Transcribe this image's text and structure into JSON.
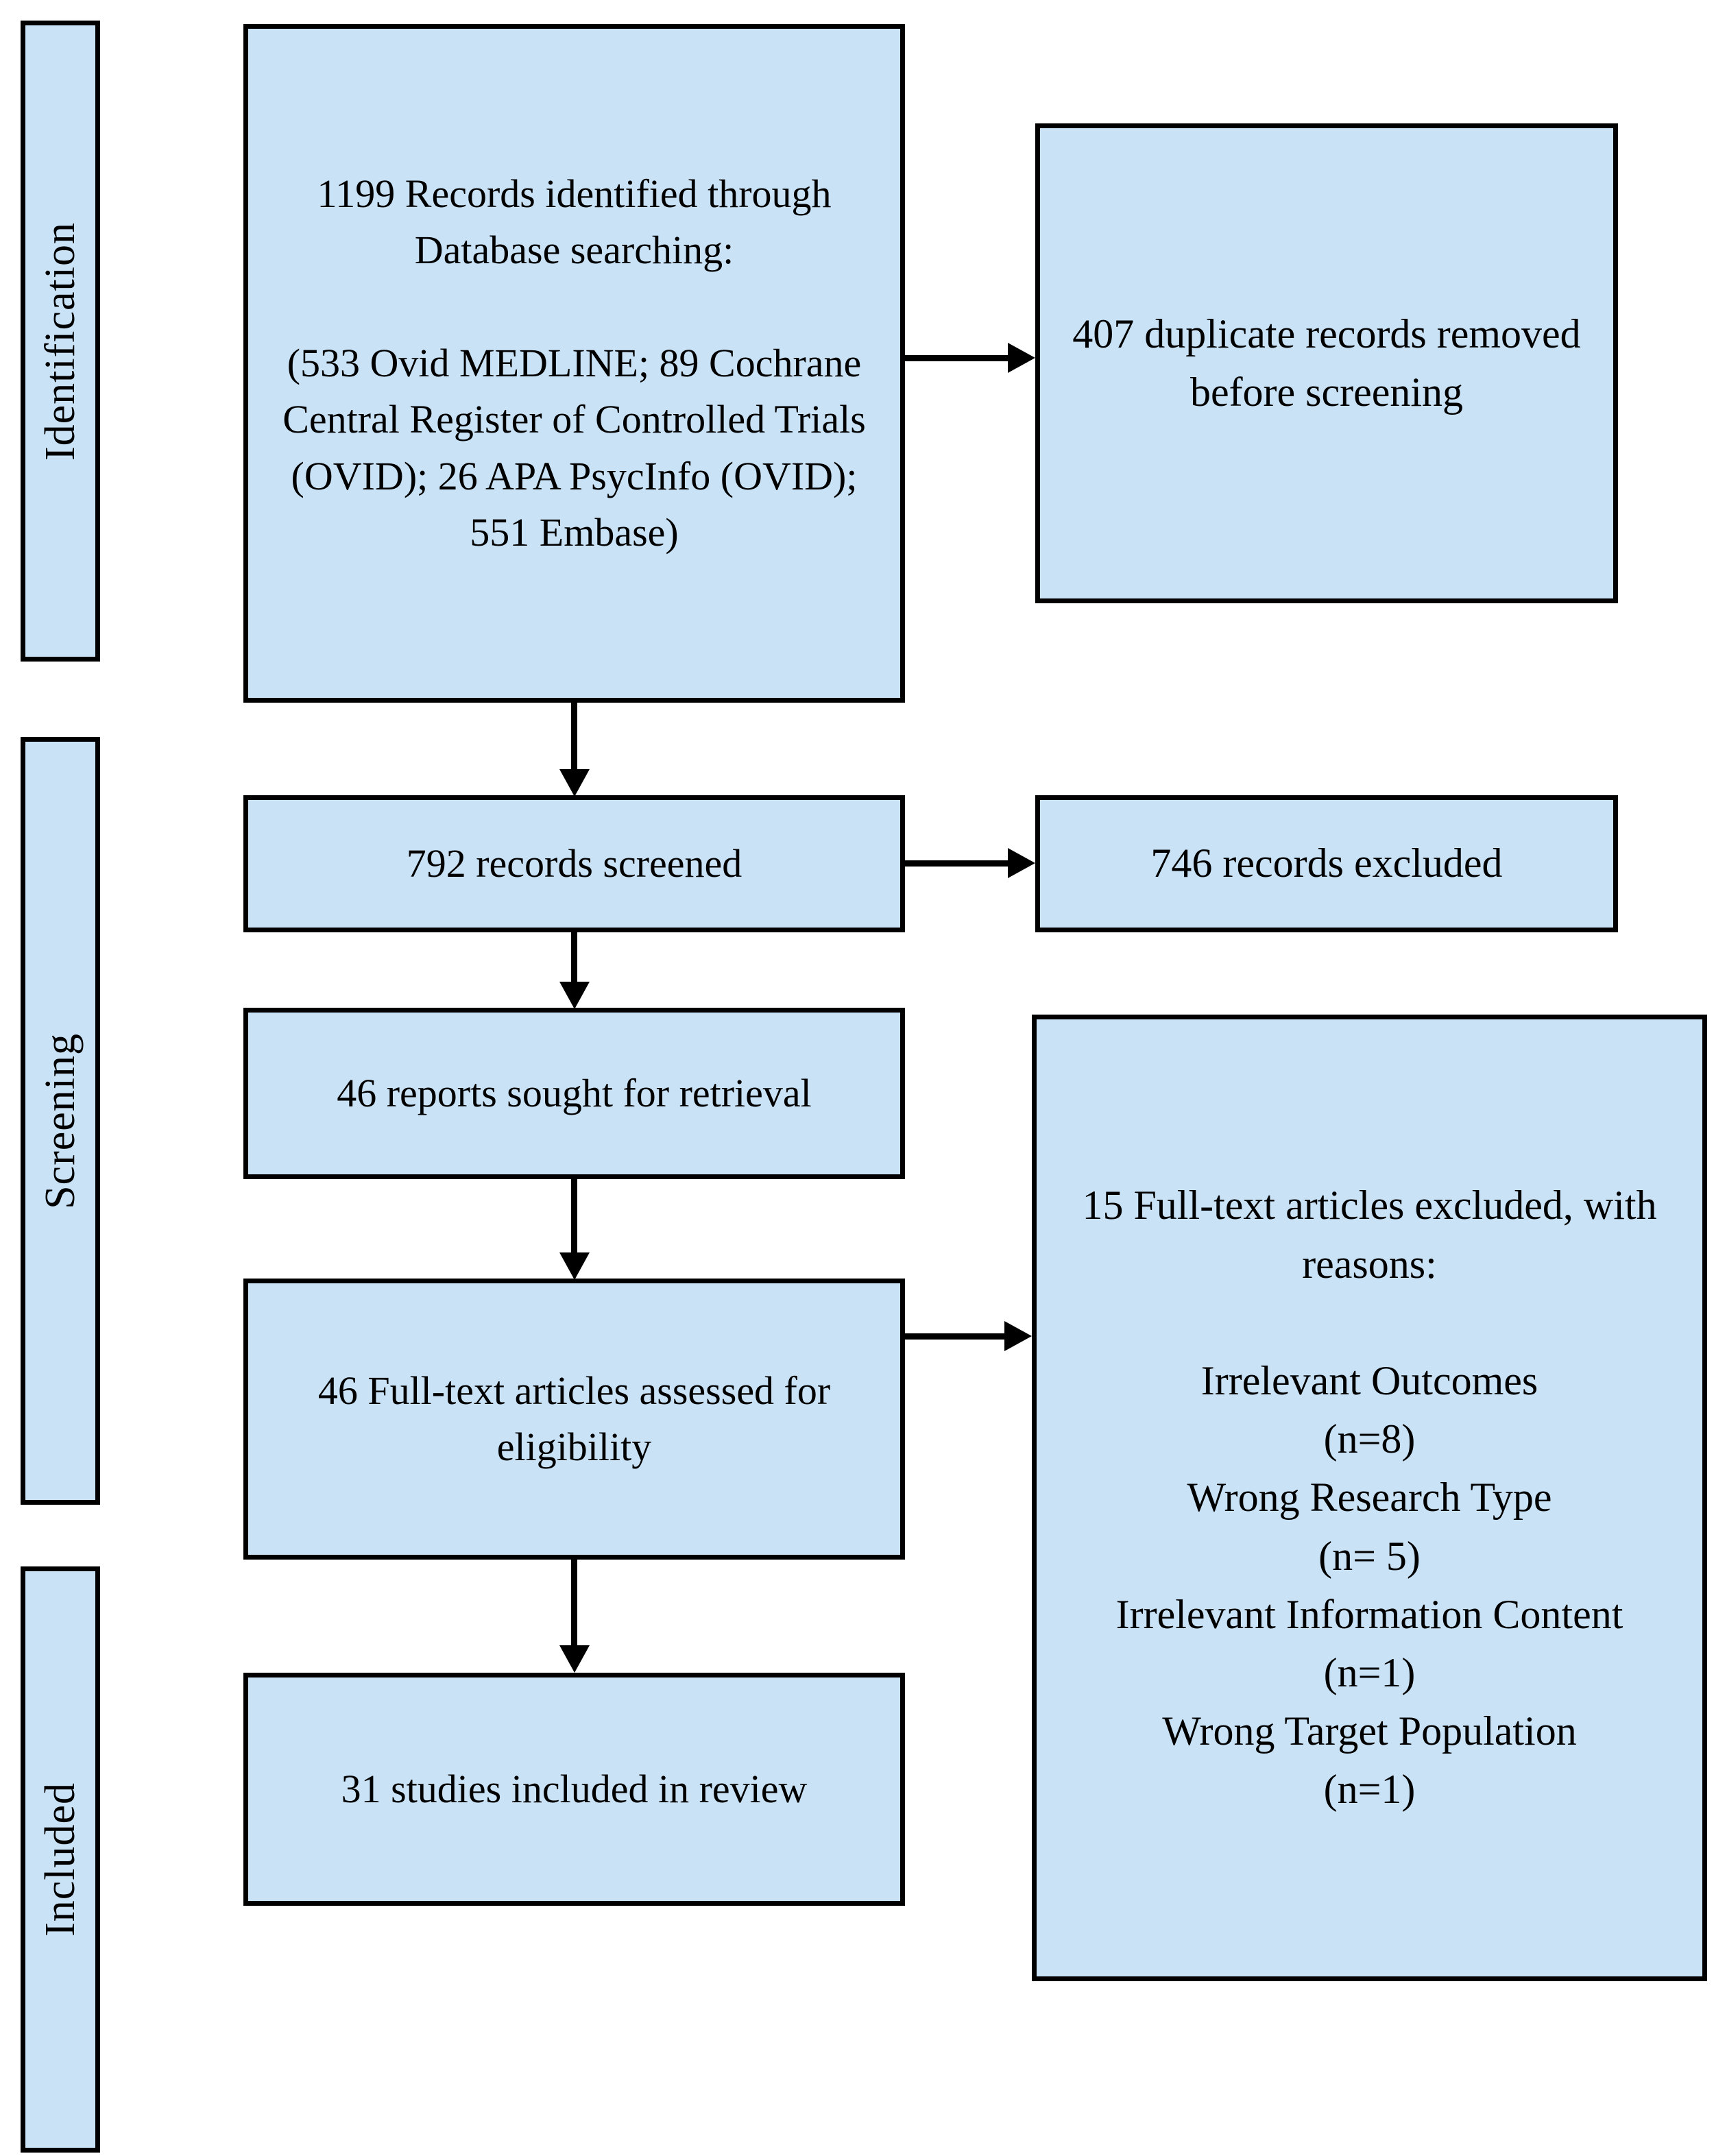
{
  "diagram": {
    "type": "prisma-flow-diagram",
    "fill_color": "#c9e2f5",
    "border_color": "#000000",
    "stages": [
      {
        "id": "identification",
        "label": "Identification"
      },
      {
        "id": "screening",
        "label": "Screening"
      },
      {
        "id": "included",
        "label": "Included"
      }
    ],
    "boxes": {
      "records_identified": "1199 Records identified through Database searching:\n\n(533 Ovid MEDLINE; 89 Cochrane Central Register of Controlled Trials (OVID); 26 APA PsycInfo (OVID); 551 Embase)",
      "duplicates_removed": "407 duplicate records removed before screening",
      "records_screened": "792 records screened",
      "records_excluded": "746 records excluded",
      "reports_sought": "46 reports sought for retrieval",
      "fulltext_assessed": "46 Full-text articles assessed for eligibility",
      "fulltext_excluded": "15 Full-text articles excluded, with reasons:\n\nIrrelevant Outcomes\n(n=8)\nWrong Research Type\n(n= 5)\nIrrelevant Information Content\n(n=1)\nWrong Target Population\n(n=1)",
      "studies_included": "31 studies included in review"
    },
    "counts": {
      "records_identified_total": 1199,
      "ovid_medline": 533,
      "cochrane_central": 89,
      "apa_psycinfo": 26,
      "embase": 551,
      "duplicates_removed": 407,
      "records_screened": 792,
      "records_excluded": 746,
      "reports_sought": 46,
      "fulltext_assessed": 46,
      "fulltext_excluded": 15,
      "irrelevant_outcomes": 8,
      "wrong_research_type": 5,
      "irrelevant_information_content": 1,
      "wrong_target_population": 1,
      "studies_included": 31
    }
  }
}
